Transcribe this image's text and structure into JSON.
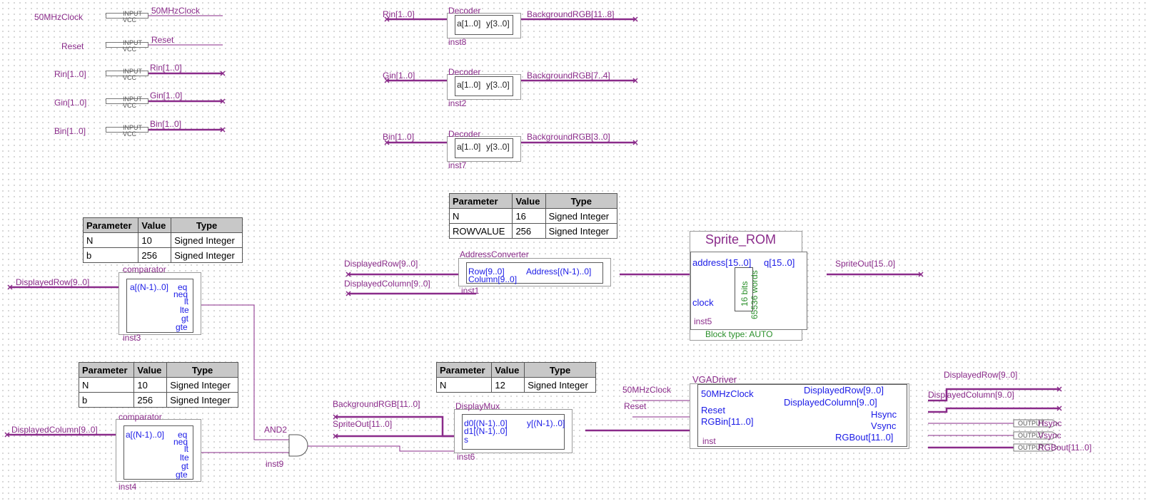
{
  "input_pins": [
    {
      "label": "50MHzClock",
      "net": "50MHzClock"
    },
    {
      "label": "Reset",
      "net": "Reset"
    },
    {
      "label": "Rin[1..0]",
      "net": "Rin[1..0]"
    },
    {
      "label": "Gin[1..0]",
      "net": "Gin[1..0]"
    },
    {
      "label": "Bin[1..0]",
      "net": "Bin[1..0]"
    }
  ],
  "pin_text": {
    "input": "INPUT",
    "vcc": "VCC",
    "output": "OUTPUT"
  },
  "decoders": [
    {
      "name": "Decoder",
      "in_port": "a[1..0]",
      "out_port": "y[3..0]",
      "inst": "inst8",
      "in_net": "Rin[1..0]",
      "out_net": "BackgroundRGB[11..8]"
    },
    {
      "name": "Decoder",
      "in_port": "a[1..0]",
      "out_port": "y[3..0]",
      "inst": "inst2",
      "in_net": "Gin[1..0]",
      "out_net": "BackgroundRGB[7..4]"
    },
    {
      "name": "Decoder",
      "in_port": "a[1..0]",
      "out_port": "y[3..0]",
      "inst": "inst7",
      "in_net": "Bin[1..0]",
      "out_net": "BackgroundRGB[3..0]"
    }
  ],
  "param_headers": [
    "Parameter",
    "Value",
    "Type"
  ],
  "param_tables": {
    "addr": [
      [
        "N",
        "16",
        "Signed Integer"
      ],
      [
        "ROWVALUE",
        "256",
        "Signed Integer"
      ]
    ],
    "comp1": [
      [
        "N",
        "10",
        "Signed Integer"
      ],
      [
        "b",
        "256",
        "Signed Integer"
      ]
    ],
    "comp2": [
      [
        "N",
        "10",
        "Signed Integer"
      ],
      [
        "b",
        "256",
        "Signed Integer"
      ]
    ],
    "mux": [
      [
        "N",
        "12",
        "Signed Integer"
      ]
    ]
  },
  "comparators": [
    {
      "name": "comparator",
      "in_port": "a[(N-1)..0]",
      "outs": [
        "eq",
        "neq",
        "lt",
        "lte",
        "gt",
        "gte"
      ],
      "inst": "inst3",
      "in_net": "DisplayedRow[9..0]"
    },
    {
      "name": "comparator",
      "in_port": "a[(N-1)..0]",
      "outs": [
        "eq",
        "neq",
        "lt",
        "lte",
        "gt",
        "gte"
      ],
      "inst": "inst4",
      "in_net": "DisplayedColumn[9..0]"
    }
  ],
  "address_converter": {
    "name": "AddressConverter",
    "in1": "Row[9..0]",
    "in2": "Column[9..0]",
    "out": "Address[(N-1)..0]",
    "inst": "inst1",
    "in1_net": "DisplayedRow[9..0]",
    "in2_net": "DisplayedColumn[9..0]"
  },
  "sprite_rom": {
    "title": "Sprite_ROM",
    "address": "address[15..0]",
    "q": "q[15..0]",
    "clock": "clock",
    "inst": "inst5",
    "bits": "16 bits",
    "words": "65536 words",
    "block_type": "Block type: AUTO",
    "out_net": "SpriteOut[15..0]"
  },
  "and_gate": {
    "name": "AND2",
    "inst": "inst9"
  },
  "display_mux": {
    "name": "DisplayMux",
    "d0": "d0[(N-1)..0]",
    "d1": "d1[(N-1)..0]",
    "s": "s",
    "out": "y[(N-1)..0]",
    "inst": "inst6",
    "d0_net": "BackgroundRGB[11..0]",
    "d1_net": "SpriteOut[11..0]"
  },
  "vga_driver": {
    "name": "VGADriver",
    "clk": "50MHzClock",
    "reset": "Reset",
    "rgbin": "RGBin[11..0]",
    "row": "DisplayedRow[9..0]",
    "col": "DisplayedColumn[9..0]",
    "hsync": "Hsync",
    "vsync": "Vsync",
    "rgbout": "RGBout[11..0]",
    "inst": "inst",
    "clk_net": "50MHzClock",
    "reset_net": "Reset",
    "row_net": "DisplayedRow[9..0]",
    "col_net": "DisplayedColumn[9..0]"
  },
  "output_pins": [
    {
      "label": "Hsync"
    },
    {
      "label": "Vsync"
    },
    {
      "label": "RGBout[11..0]"
    }
  ],
  "colors": {
    "wire": "#8a2b8a",
    "port_text": "#1a1ae6",
    "rom_text": "#2a8f2a",
    "box_border": "#9a9a9a"
  }
}
